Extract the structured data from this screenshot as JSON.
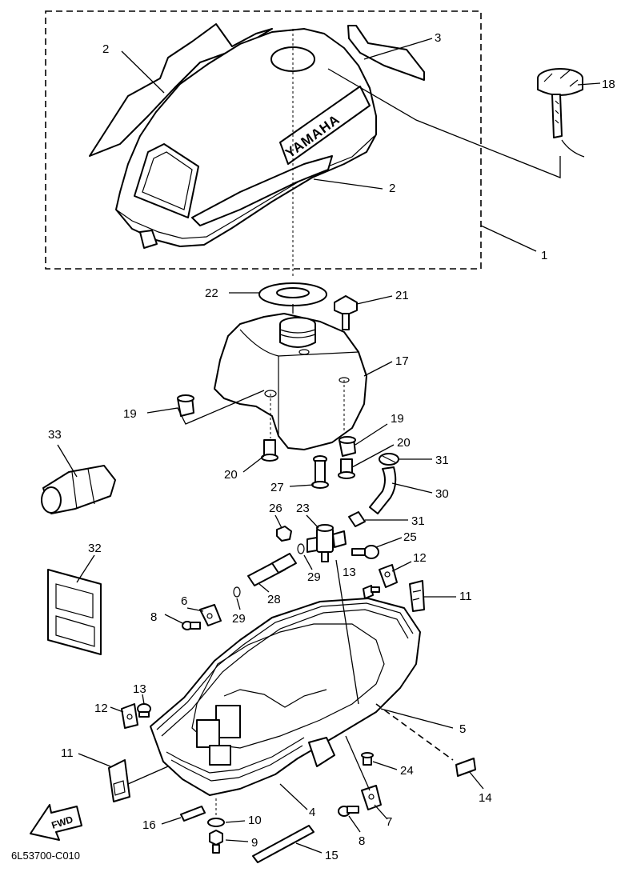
{
  "diagram_code": "6L53700-C010",
  "fwd_label": "FWD",
  "brand_text": "YAMAHA",
  "callouts": {
    "c1": "1",
    "c2a": "2",
    "c2b": "2",
    "c3": "3",
    "c4": "4",
    "c5": "5",
    "c6": "6",
    "c7": "7",
    "c8a": "8",
    "c8b": "8",
    "c9": "9",
    "c10": "10",
    "c11a": "11",
    "c11b": "11",
    "c12a": "12",
    "c12b": "12",
    "c13a": "13",
    "c13b": "13",
    "c14": "14",
    "c15": "15",
    "c16": "16",
    "c17": "17",
    "c18": "18",
    "c19a": "19",
    "c19b": "19",
    "c20a": "20",
    "c20b": "20",
    "c21": "21",
    "c22": "22",
    "c23": "23",
    "c24": "24",
    "c25": "25",
    "c26": "26",
    "c27": "27",
    "c28": "28",
    "c29a": "29",
    "c29b": "29",
    "c30": "30",
    "c31a": "31",
    "c31b": "31",
    "c32": "32",
    "c33": "33"
  }
}
